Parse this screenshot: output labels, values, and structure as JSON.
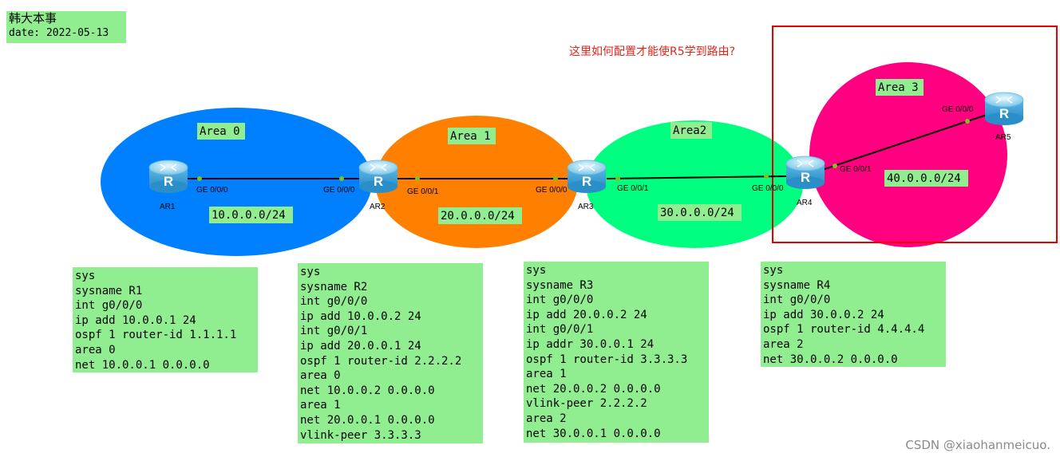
{
  "header": {
    "author": "韩大本事",
    "date": "date: 2022-05-13"
  },
  "question": "这里如何配置才能使R5学到路由?",
  "watermark": "CSDN @xiaohanmeicuo.",
  "colors": {
    "area0": "#0080ff",
    "area1": "#ff8000",
    "area2": "#00ff80",
    "area3": "#ff0080",
    "label_bg": "#90ee90",
    "highlight_box": "#e60000",
    "link": "#000000",
    "port_dot": "#80c020"
  },
  "areas": [
    {
      "label": "Area 0",
      "subnet": "10.0.0.0/24"
    },
    {
      "label": "Area 1",
      "subnet": "20.0.0.0/24"
    },
    {
      "label": "Area2",
      "subnet": "30.0.0.0/24"
    },
    {
      "label": "Area 3",
      "subnet": "40.0.0.0/24"
    }
  ],
  "routers": [
    {
      "name": "AR1",
      "icon": "router-icon"
    },
    {
      "name": "AR2",
      "icon": "router-icon"
    },
    {
      "name": "AR3",
      "icon": "router-icon"
    },
    {
      "name": "AR4",
      "icon": "router-icon"
    },
    {
      "name": "AR5",
      "icon": "router-icon"
    }
  ],
  "ports": [
    {
      "router": "AR1",
      "label": "GE 0/0/0"
    },
    {
      "router": "AR2",
      "label": "GE 0/0/0"
    },
    {
      "router": "AR2",
      "label": "GE 0/0/1"
    },
    {
      "router": "AR3",
      "label": "GE 0/0/0"
    },
    {
      "router": "AR3",
      "label": "GE 0/0/1"
    },
    {
      "router": "AR4",
      "label": "GE 0/0/0"
    },
    {
      "router": "AR4",
      "label": "GE 0/0/1"
    },
    {
      "router": "AR5",
      "label": "GE 0/0/0"
    }
  ],
  "configs": [
    {
      "device": "R1",
      "lines": [
        "sys",
        "sysname R1",
        "int g0/0/0",
        "ip add 10.0.0.1 24",
        "ospf 1 router-id 1.1.1.1",
        "area 0",
        "net 10.0.0.1 0.0.0.0"
      ]
    },
    {
      "device": "R2",
      "lines": [
        "sys",
        "sysname R2",
        "int g0/0/0",
        "ip add 10.0.0.2 24",
        "int g0/0/1",
        "ip add 20.0.0.1 24",
        "ospf 1 router-id 2.2.2.2",
        "area 0",
        "net 10.0.0.2 0.0.0.0",
        "area 1",
        "net 20.0.0.1 0.0.0.0",
        "vlink-peer 3.3.3.3"
      ]
    },
    {
      "device": "R3",
      "lines": [
        "sys",
        "sysname R3",
        "int g0/0/0",
        "ip add 20.0.0.2 24",
        "int g0/0/1",
        "ip addr 30.0.0.1 24",
        "ospf 1 router-id 3.3.3.3",
        "area 1",
        "net 20.0.0.2 0.0.0.0",
        "vlink-peer 2.2.2.2",
        "area 2",
        "net 30.0.0.1 0.0.0.0"
      ]
    },
    {
      "device": "R4",
      "lines": [
        "sys",
        "sysname R4",
        "int g0/0/0",
        "ip add 30.0.0.2 24",
        "ospf 1 router-id 4.4.4.4",
        "area 2",
        "net 30.0.0.2 0.0.0.0"
      ]
    }
  ]
}
